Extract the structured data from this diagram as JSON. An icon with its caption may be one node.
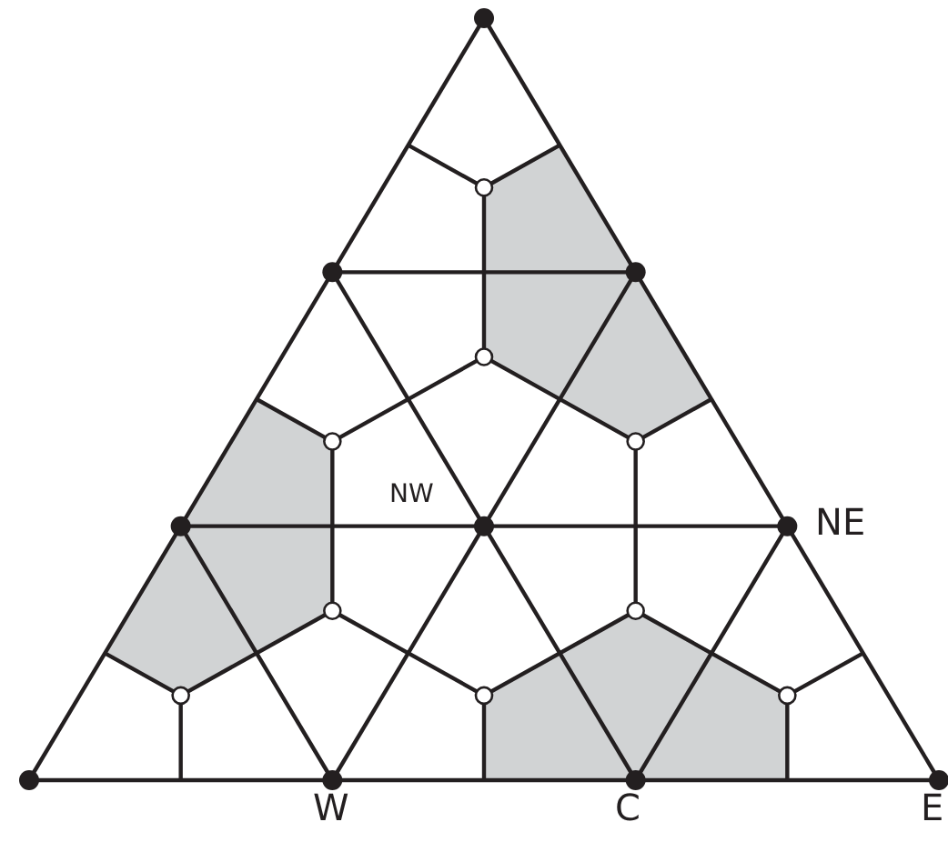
{
  "diagram": {
    "labels": [
      "NW",
      "NE",
      "W",
      "C",
      "E"
    ]
  }
}
